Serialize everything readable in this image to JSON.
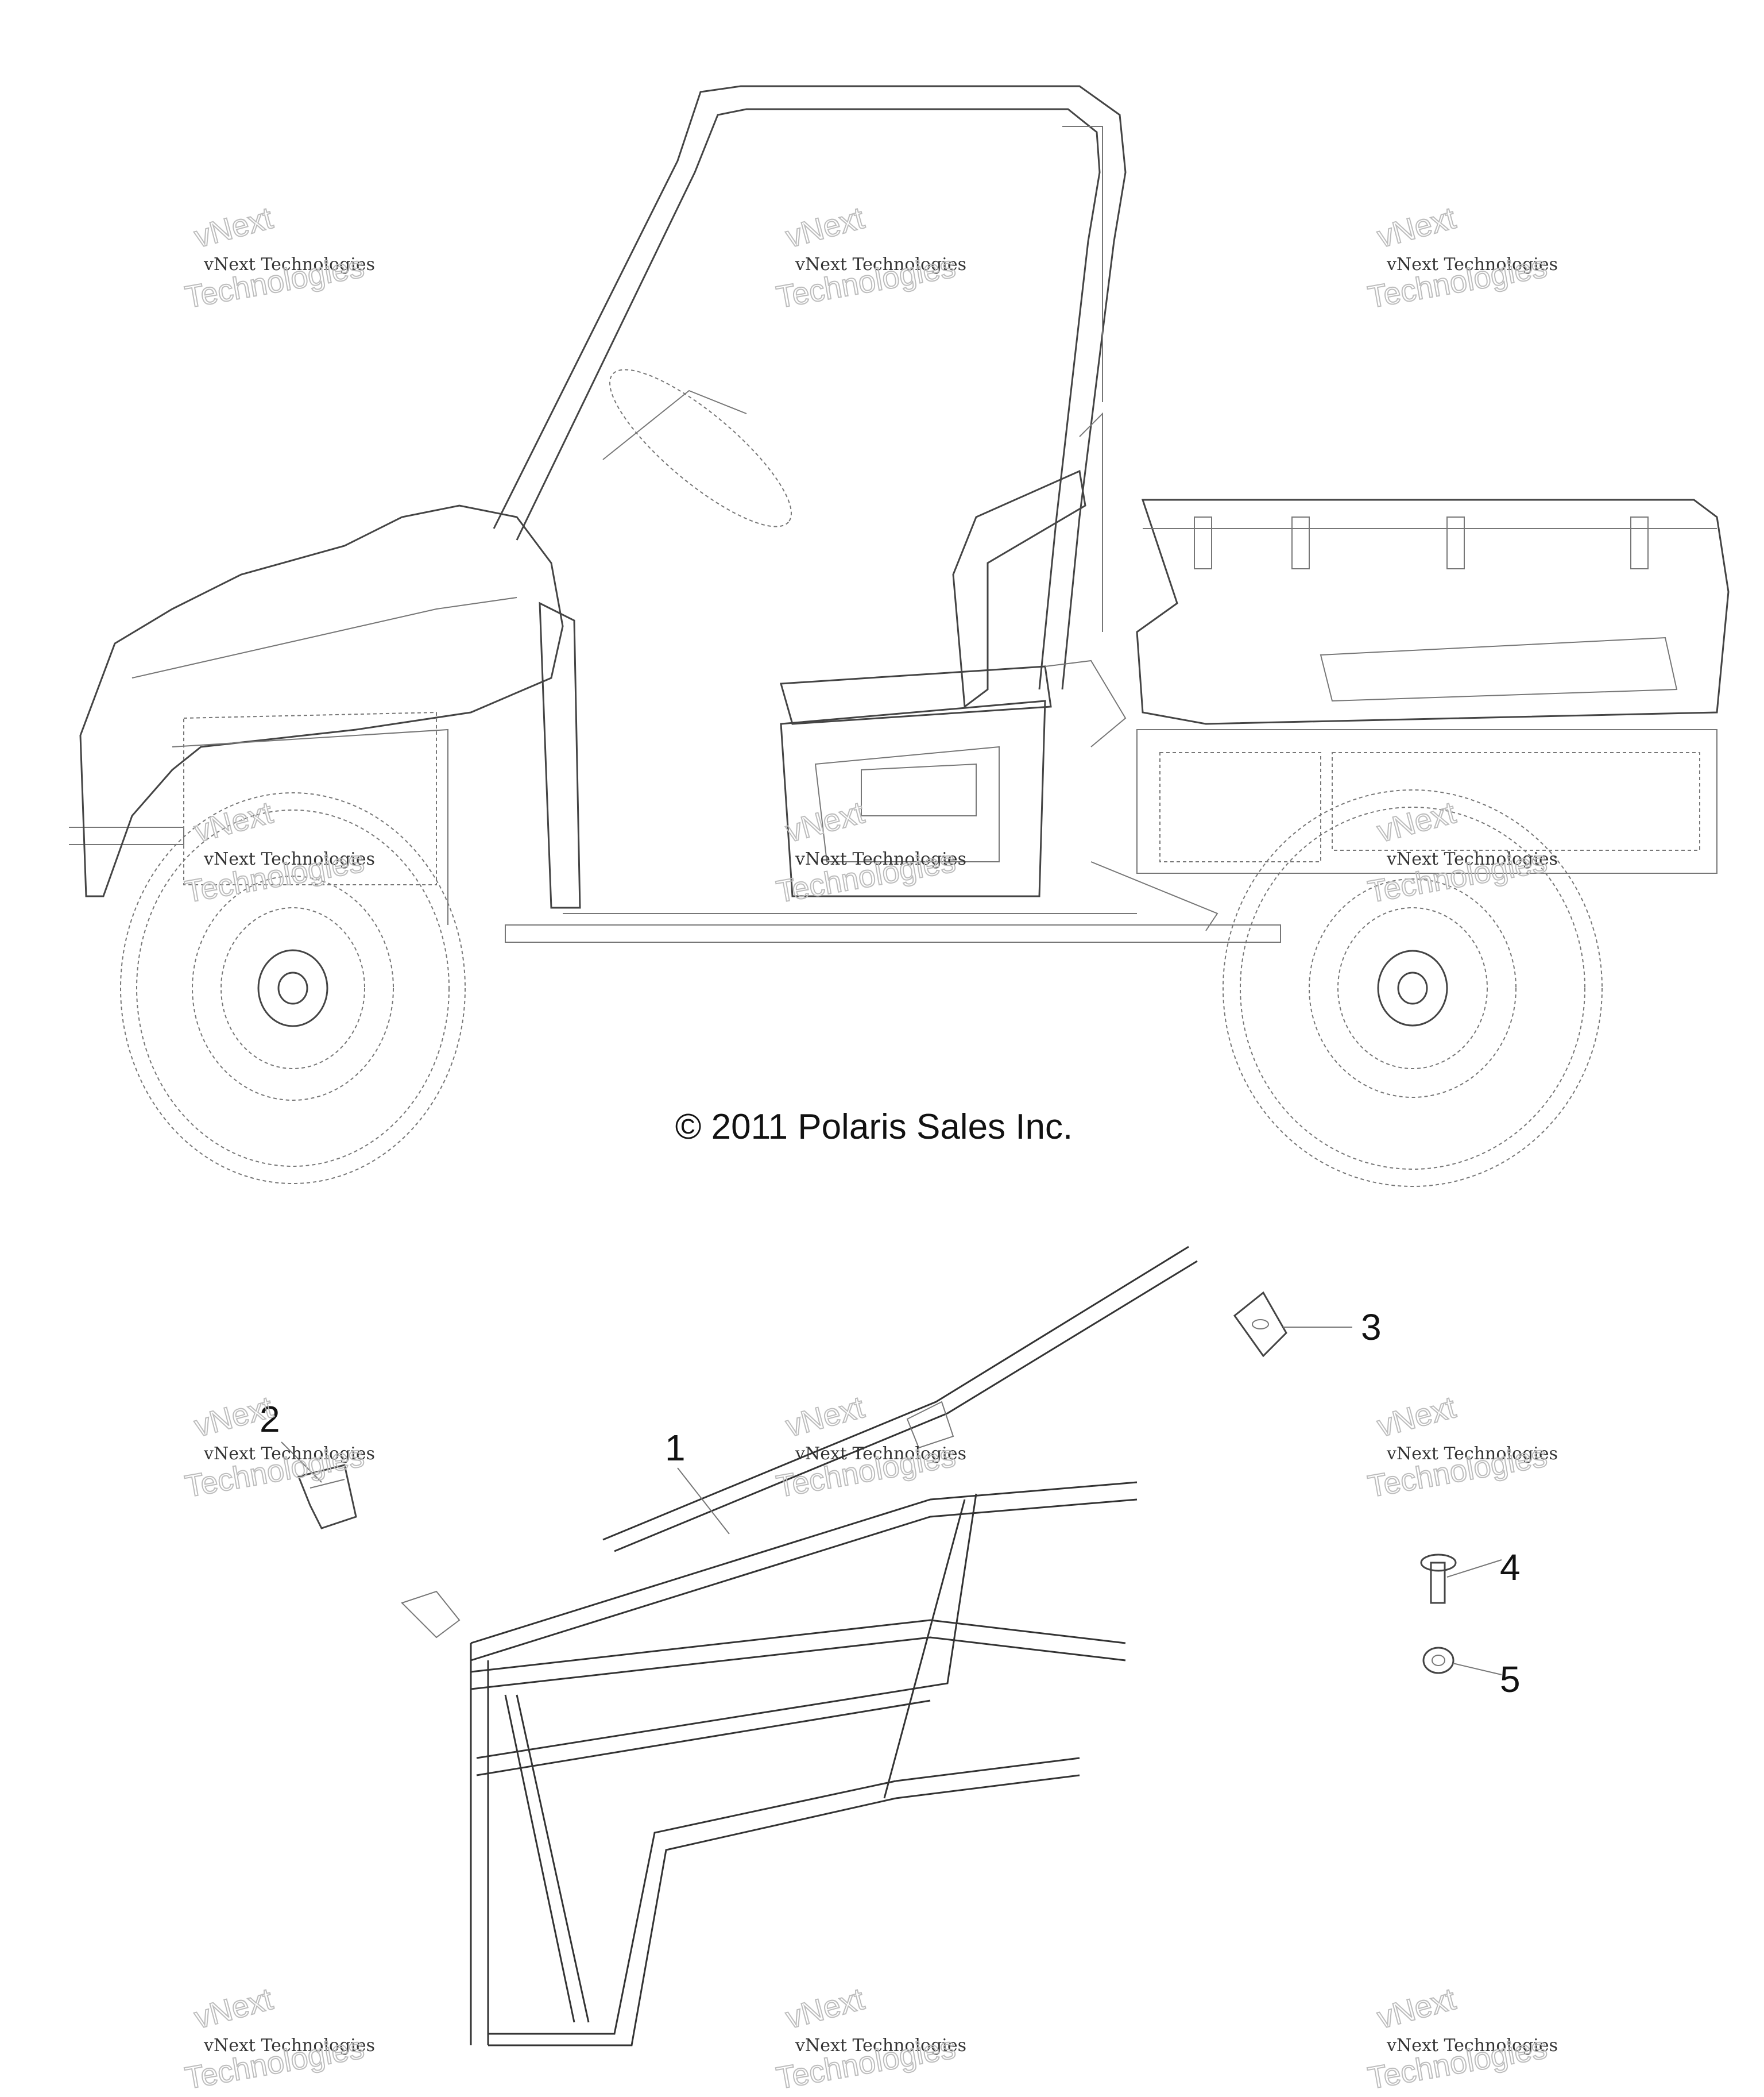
{
  "copyright": "© 2011 Polaris Sales Inc.",
  "callouts": [
    "1",
    "2",
    "3",
    "4",
    "5"
  ],
  "watermark": {
    "line1": "vNext Technologies",
    "big_top": "vNext",
    "big_bottom": "Technologies"
  }
}
